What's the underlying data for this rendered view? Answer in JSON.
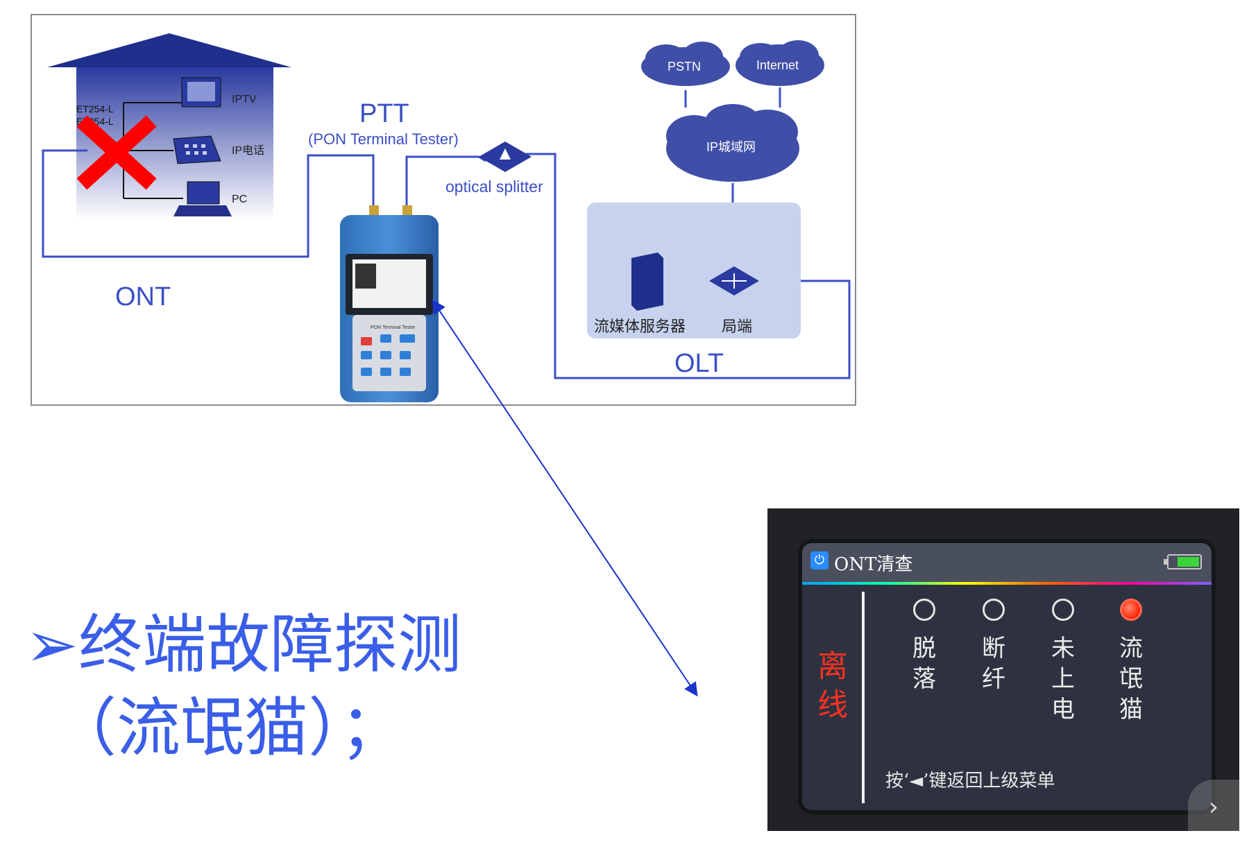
{
  "diagram": {
    "home_labels": {
      "iptv": "IPTV",
      "ip_phone": "IP电话",
      "pc": "PC",
      "ont_model_1": "ET254-L",
      "ont_model_2": "ET254-L"
    },
    "ont_label": "ONT",
    "ptt_title": "PTT",
    "ptt_subtitle": "(PON Terminal Tester)",
    "splitter_label": "optical splitter",
    "cloud_pstn": "PSTN",
    "cloud_internet": "Internet",
    "cloud_ipmetro": "IP城域网",
    "server_label": "流媒体服务器",
    "switch_label": "局端",
    "olt_label": "OLT",
    "device_screen_text": "PON Terminal Tester",
    "colors": {
      "line": "#3a4fc4",
      "house": "#1f2f8c",
      "cloud": "#3f4fa8",
      "olt_box": "#c7d2ee",
      "fault_x": "#ff0000",
      "arrow": "#1a33c8"
    }
  },
  "bullet": {
    "marker": "➢",
    "line1": "终端故障探测",
    "line2": "（流氓猫）；",
    "color": "#3a5ee8"
  },
  "screen": {
    "title": "ONT清查",
    "offline": "离线",
    "battery_level": 0.7,
    "statuses": [
      {
        "label": "脱落",
        "active": false
      },
      {
        "label": "断纤",
        "active": false
      },
      {
        "label": "未上电",
        "active": false
      },
      {
        "label": "流氓猫",
        "active": true
      }
    ],
    "back_hint": "按‘◄’键返回上级菜单",
    "next_icon": "›"
  }
}
